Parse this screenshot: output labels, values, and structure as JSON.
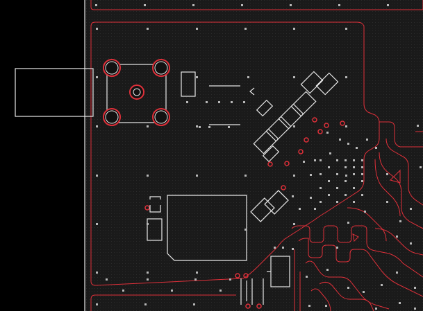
{
  "view": {
    "kind": "pcb-layout-viewer",
    "background": "#000000",
    "board_fill": "#171717",
    "copper_outline": "#e0303a",
    "silkscreen": "#e8e8e8",
    "via_dot": "#b8b8b8"
  },
  "layers": {
    "board_edge": "board-outline",
    "copper_pour": "copper-pour",
    "silkscreen_parts": "component-silkscreen",
    "routing": "trace-routing-area"
  },
  "components": {
    "connector": {
      "pins": 5,
      "icon": "sma-connector-footprint"
    },
    "large_ic": {
      "icon": "qfn-package-footprint"
    },
    "diagonal_chain": {
      "parts": 6,
      "icon": "passive-components-chain"
    },
    "bottom_pins": {
      "count": 3,
      "icon": "header-pins"
    }
  }
}
